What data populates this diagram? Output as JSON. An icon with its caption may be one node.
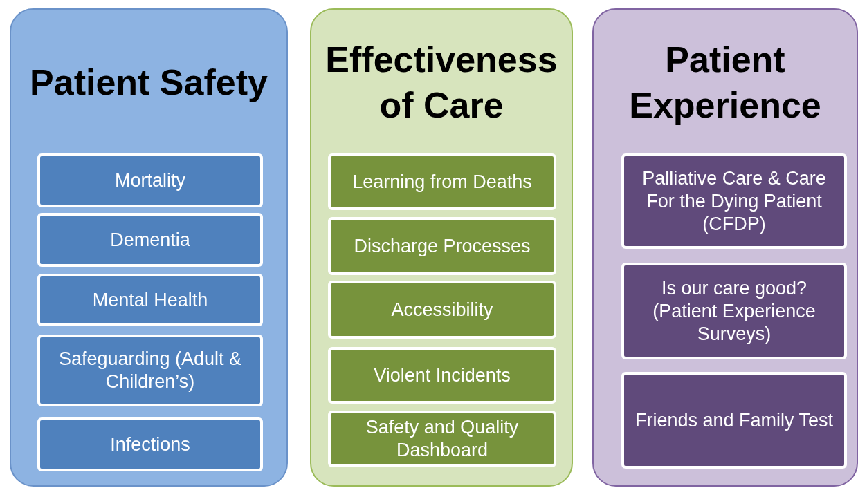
{
  "diagram": {
    "nodes": [
      {
        "text": [
          "Patient Safety"
        ]
      },
      {
        "text": [
          "Mortality"
        ],
        "in": 0
      },
      {
        "text": [
          "Dementia"
        ],
        "in": 0
      },
      {
        "text": [
          "Mental Health"
        ],
        "in": 0
      },
      {
        "text": [
          "Safeguarding (Adult & Children’s)"
        ],
        "in": 0
      },
      {
        "text": [
          "Infections"
        ],
        "in": 0
      },
      {
        "text": [
          "Effectiveness of Care"
        ]
      },
      {
        "text": [
          "Learning from Deaths"
        ],
        "in": 6
      },
      {
        "text": [
          "Discharge Processes"
        ],
        "in": 6
      },
      {
        "text": [
          "Accessibility"
        ],
        "in": 6
      },
      {
        "text": [
          "Violent Incidents"
        ],
        "in": 6
      },
      {
        "text": [
          "Safety and Quality Dashboard"
        ],
        "in": 6
      },
      {
        "text": [
          "Patient Experience"
        ]
      },
      {
        "text": [
          "Palliative Care & Care For the Dying Patient (CFDP)"
        ],
        "in": 12
      },
      {
        "text": [
          "Is our care good? (Patient Experience Surveys)"
        ],
        "in": 12
      },
      {
        "text": [
          "Friends and Family Test"
        ],
        "in": 12
      }
    ]
  }
}
